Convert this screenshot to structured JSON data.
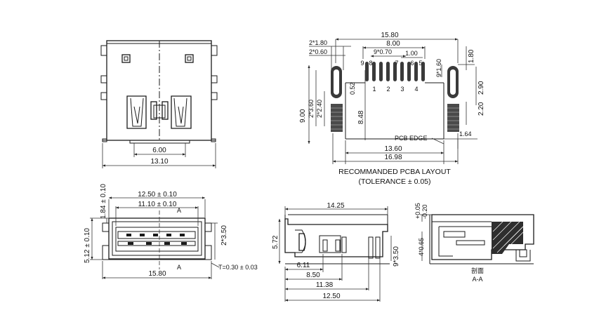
{
  "view1": {
    "dim_a": "6.00",
    "dim_b": "13.10"
  },
  "view2": {
    "d_2x180": "2*1.80",
    "d_2x060": "2*0.60",
    "d_1580": "15.80",
    "d_800": "8.00",
    "d_9x070": "9*0.70",
    "d_100": "1.00",
    "d_9x160": "9*1.60",
    "d_180": "1.80",
    "d_052": "0.52",
    "d_2x360": "2*3.60",
    "d_2x240": "2*2.40",
    "d_900": "9.00",
    "d_848": "8.48",
    "d_220": "2.20",
    "d_290": "2.90",
    "d_164": "1.64",
    "pcb_edge": "PCB EDGE",
    "d_1360": "13.60",
    "d_1698": "16.98",
    "pins_top": [
      "9",
      "8",
      "7",
      "6",
      "5"
    ],
    "pins_bottom": [
      "1",
      "2",
      "3",
      "4"
    ],
    "title": "RECOMMANDED PCBA LAYOUT",
    "tolerance": "(TOLERANCE ± 0.05)"
  },
  "view3": {
    "d_1250": "12.50 ± 0.10",
    "d_1110": "11.10 ± 0.10",
    "d_184": "1.84 ± 0.10",
    "d_512": "5.12 ± 0.10",
    "d_2x350": "2*3.50",
    "t_note": "T=0.30 ± 0.03",
    "d_1580": "15.80",
    "sec_a1": "A",
    "sec_a2": "A"
  },
  "view4": {
    "d_1425": "14.25",
    "d_572": "5.72",
    "d_9x350": "9*3.50",
    "d_611": "6.11",
    "d_850": "8.50",
    "d_1138": "11.38",
    "d_1250": "12.50"
  },
  "view5": {
    "d_005": "+0.05",
    "d_020": "-0.20",
    "d_4x065": "4*0.65",
    "section_label": "剖面",
    "section_name": "A-A"
  }
}
